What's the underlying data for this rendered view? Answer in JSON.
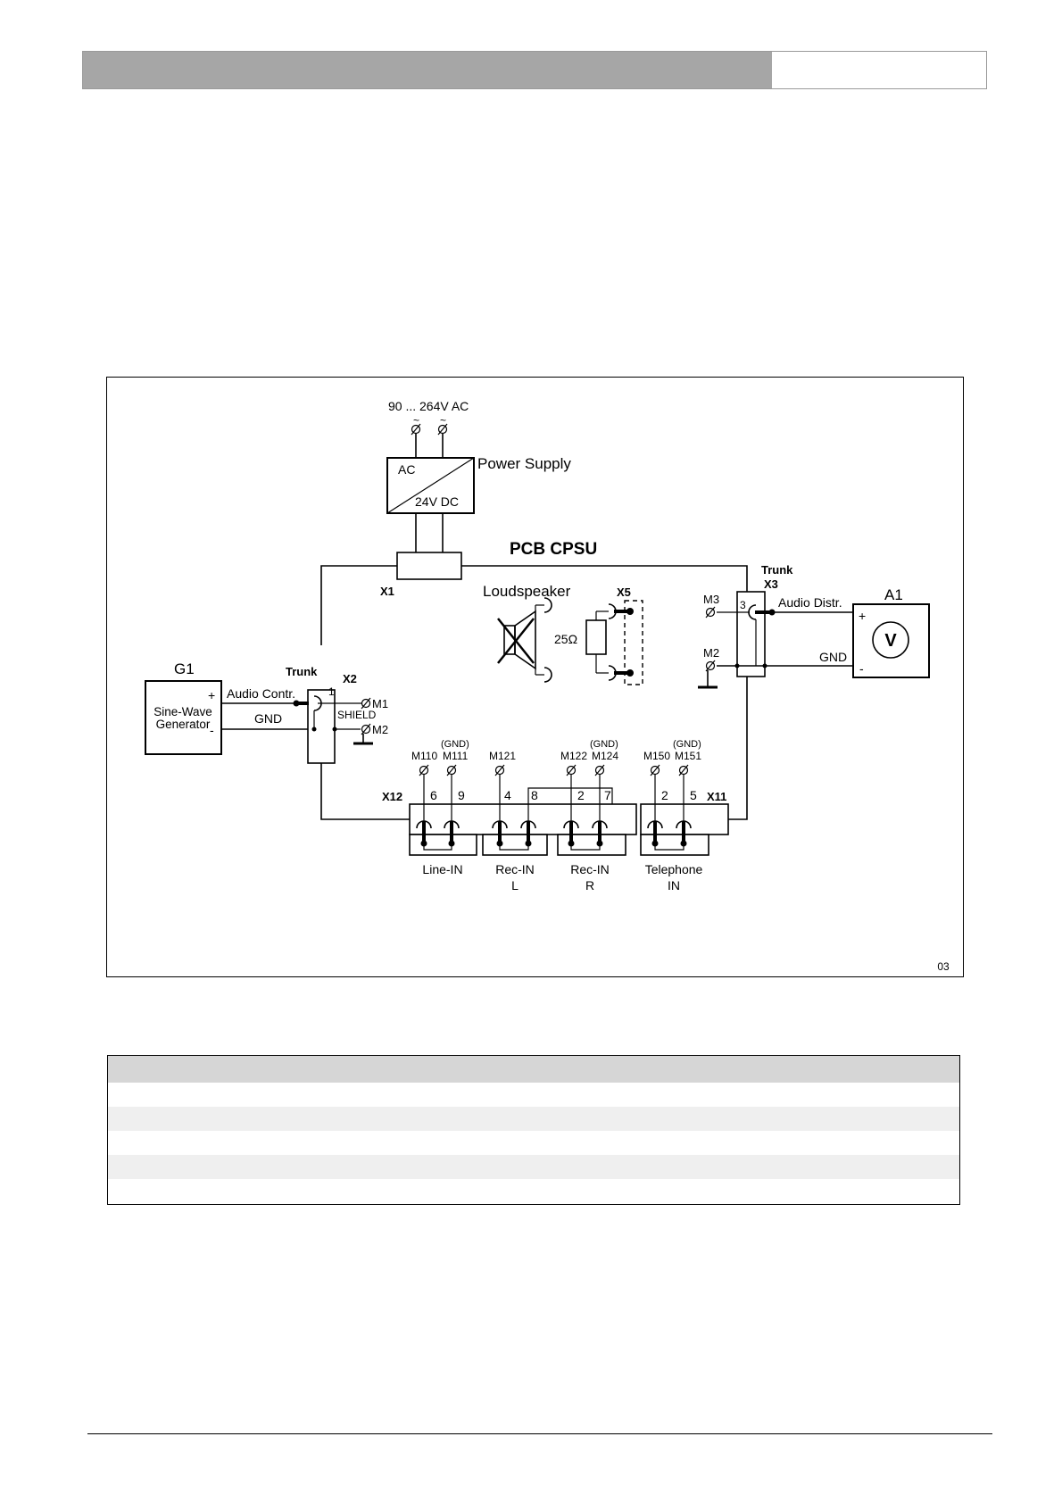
{
  "diagram": {
    "supply_voltage": "90 ... 264V AC",
    "tilde": "~",
    "power_supply": {
      "label": "Power Supply",
      "in_label": "AC",
      "out_label": "24V DC"
    },
    "pcb_label": "PCB CPSU",
    "connectors": {
      "x1": "X1",
      "x2": "X2",
      "x3": "X3",
      "x5": "X5",
      "x11": "X11",
      "x12": "X12",
      "trunk": "Trunk"
    },
    "generator": {
      "ref": "G1",
      "name_line1": "Sine-Wave",
      "name_line2": "Generator",
      "plus": "+",
      "minus": "-"
    },
    "meter": {
      "ref": "A1",
      "symbol": "V",
      "plus": "+",
      "minus": "-"
    },
    "signals": {
      "audio_contr": "Audio Contr.",
      "gnd_left": "GND",
      "shield": "SHIELD",
      "audio_distr": "Audio Distr.",
      "gnd_right": "GND"
    },
    "pins": {
      "x2_pin": "1",
      "x3_pin": "3",
      "x12_a": "6",
      "x12_b": "9",
      "x12_c": "4",
      "x12_d": "8",
      "x12_e": "2",
      "x12_f": "7",
      "x11_a": "2",
      "x11_b": "5"
    },
    "measure_points": {
      "m1": "M1",
      "m2_left": "M2",
      "m3": "M3",
      "m2_right": "M2",
      "m110": "M110",
      "m111": "M111",
      "m121": "M121",
      "m122": "M122",
      "m124": "M124",
      "m150": "M150",
      "m151": "M151",
      "gnd_tag": "(GND)"
    },
    "loudspeaker": {
      "label": "Loudspeaker",
      "resistor": "25Ω"
    },
    "inputs": {
      "line_in": "Line-IN",
      "rec_in_l_1": "Rec-IN",
      "rec_in_l_2": "L",
      "rec_in_r_1": "Rec-IN",
      "rec_in_r_2": "R",
      "telephone_1": "Telephone",
      "telephone_2": "IN"
    },
    "figure_number": "03"
  }
}
